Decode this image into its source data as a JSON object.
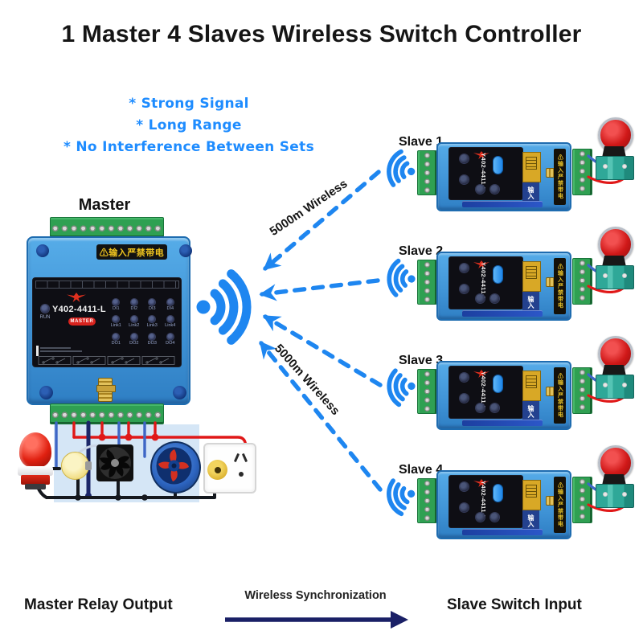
{
  "title": "1 Master 4 Slaves Wireless Switch Controller",
  "features": [
    "* Strong Signal",
    "* Long Range",
    "* No Interference Between Sets"
  ],
  "master": {
    "label": "Master",
    "warning": "⚠输入严禁带电",
    "model": "Y402-4411-L",
    "badge": "MASTER",
    "run_label": "RUN",
    "di_labels": [
      "DI1",
      "DI2",
      "DI3",
      "DI4"
    ],
    "link_labels": [
      "Link1",
      "Link2",
      "Link3",
      "Link4"
    ],
    "do_labels": [
      "DO1",
      "DO2",
      "DO3",
      "DO4"
    ]
  },
  "wireless": {
    "label_top": "5000m Wireless",
    "label_bottom": "5000m Wireless"
  },
  "slaves": [
    {
      "label": "Slave 1",
      "model": "Y402-4411-L",
      "input_label": "输入",
      "warning": "⚠输入严禁带电"
    },
    {
      "label": "Slave 2",
      "model": "Y402-4411-L",
      "input_label": "输入",
      "warning": "⚠输入严禁带电"
    },
    {
      "label": "Slave 3",
      "model": "Y402-4411-L",
      "input_label": "输入",
      "warning": "⚠输入严禁带电"
    },
    {
      "label": "Slave 4",
      "model": "Y402-4411-L",
      "input_label": "输入",
      "warning": "⚠输入严禁带电"
    }
  ],
  "footer": {
    "left": "Master Relay Output",
    "center": "Wireless Synchronization",
    "right": "Slave Switch Input"
  },
  "colors": {
    "accent_blue": "#1E86F0",
    "feature_blue": "#1E8CFF",
    "module_blue": "#3F93D6",
    "terminal_green": "#2FA052",
    "panel_black": "#0E0E14",
    "badge_red": "#D8231E",
    "warning_yellow": "#EFC41F",
    "wire_red": "#E01818",
    "wire_navy": "#1B2668",
    "footer_arrow_navy": "#1A2066"
  }
}
